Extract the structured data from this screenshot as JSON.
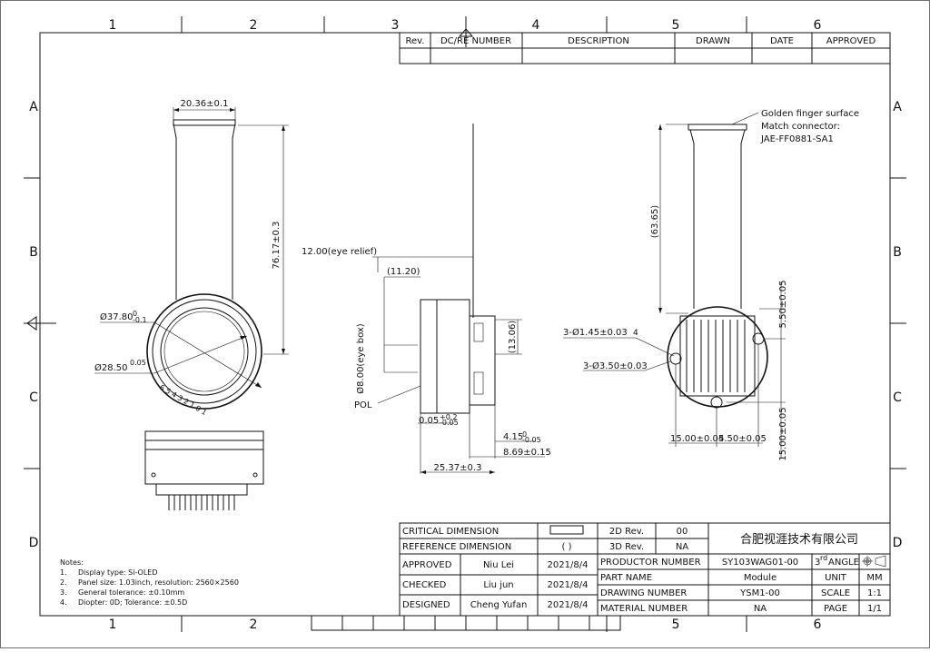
{
  "grid": {
    "cols": [
      "1",
      "2",
      "3",
      "4",
      "5",
      "6"
    ],
    "rows": [
      "A",
      "B",
      "C",
      "D"
    ]
  },
  "revision_table": {
    "headers": [
      "Rev.",
      "DC/RE NUMBER",
      "DESCRIPTION",
      "DRAWN",
      "DATE",
      "APPROVED"
    ]
  },
  "front_view": {
    "top_width": "20.36±0.1",
    "height": "76.17±0.3",
    "outer_diam": "Ø37.80",
    "outer_diam_tol": "0\n-0.1",
    "inner_diam": "Ø28.50",
    "inner_diam_tol": "0.05",
    "scale_marks": "6 5 4 3 2 1 0 1"
  },
  "side_view": {
    "eye_relief": "12.00(eye relief)",
    "d1": "(11.20)",
    "eye_box": "Ø8.00(eye box)",
    "pol": "POL",
    "d_1306": "(13.06)",
    "d_005": "0.05",
    "d_005_tol_up": "+0.2",
    "d_005_tol_dn": "-0.05",
    "d_415": "4.15",
    "d_415_tol_up": "0",
    "d_415_tol_dn": "-0.05",
    "d_869": "8.69±0.15",
    "d_2537": "25.37±0.3"
  },
  "back_view": {
    "note1": "Golden finger surface",
    "note2": "Match connector:",
    "note3": "JAE-FF0881-SA1",
    "d_6365": "(63.65)",
    "hole1": "3-Ø1.45±0.03",
    "hole1_depth": "4",
    "hole2": "3-Ø3.50±0.03",
    "d_550": "5.50±0.05",
    "d_1500a": "15.00±0.05",
    "d_450": "4.50±0.05",
    "d_1500b": "15.00±0.05"
  },
  "notes": {
    "title": "Notes:",
    "items": [
      {
        "n": "1.",
        "t": "Display type: Si-OLED"
      },
      {
        "n": "2.",
        "t": "Panel size: 1.03inch, resolution:  2560×2560"
      },
      {
        "n": "3.",
        "t": "General tolerance: ±0.10mm"
      },
      {
        "n": "4.",
        "t": "Diopter: 0D; Tolerance: ±0.5D"
      }
    ]
  },
  "title_block": {
    "critical_dimension": "CRITICAL DIMENSION",
    "reference_dimension": "REFERENCE DIMENSION",
    "ref_symbol": "(     )",
    "rev2d_label": "2D Rev.",
    "rev2d_value": "00",
    "rev3d_label": "3D Rev.",
    "rev3d_value": "NA",
    "company": "合肥视涯技术有限公司",
    "approved_label": "APPROVED",
    "approved_name": "Niu Lei",
    "approved_date": "2021/8/4",
    "checked_label": "CHECKED",
    "checked_name": "Liu jun",
    "checked_date": "2021/8/4",
    "designed_label": "DESIGNED",
    "designed_name": "Cheng Yufan",
    "designed_date": "2021/8/4",
    "product_number_label": "PRODUCTOR NUMBER",
    "product_number": "SY103WAG01-00",
    "angle_label_sup": "rd",
    "angle_label_3": "3",
    "angle_label": "ANGLE",
    "part_name_label": "PART NAME",
    "part_name": "Module",
    "unit_label": "UNIT",
    "unit": "MM",
    "drawing_number_label": "DRAWING NUMBER",
    "drawing_number": "YSM1-00",
    "scale_label": "SCALE",
    "scale": "1:1",
    "material_number_label": "MATERIAL NUMBER",
    "material_number": "NA",
    "page_label": "PAGE",
    "page": "1/1"
  }
}
